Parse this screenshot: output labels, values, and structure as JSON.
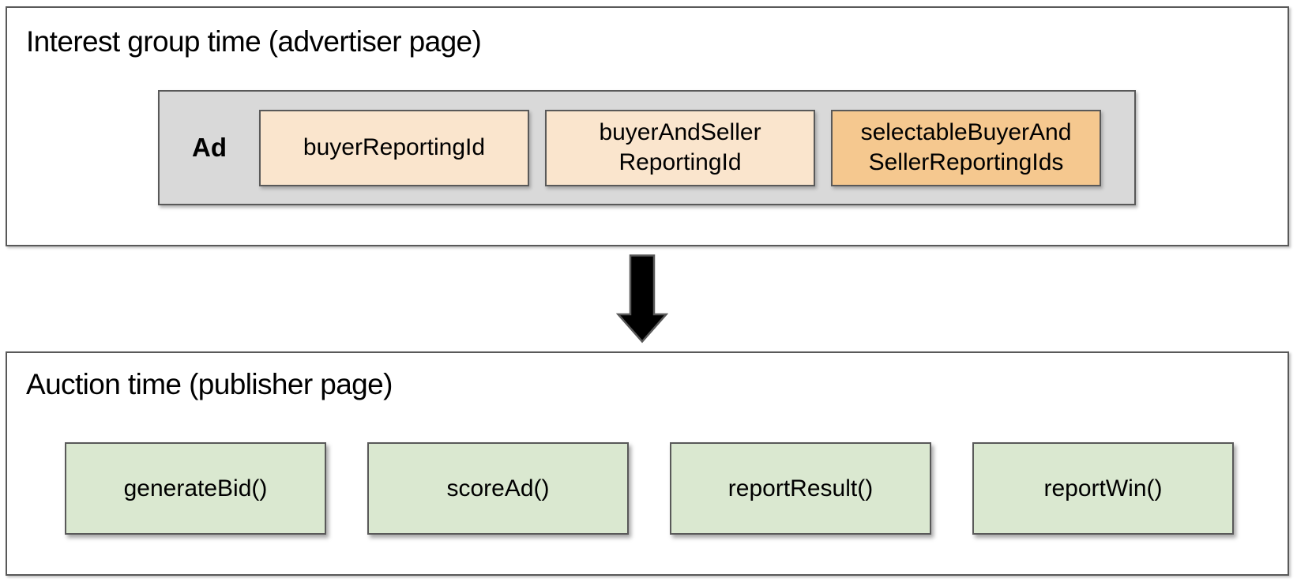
{
  "top_section": {
    "title": "Interest group time (advertiser page)",
    "ad_container": {
      "label": "Ad",
      "boxes": [
        {
          "label": "buyerReportingId",
          "color": "#fae5cd"
        },
        {
          "label": "buyerAndSeller\nReportingId",
          "color": "#fae5cd"
        },
        {
          "label": "selectableBuyerAnd\nSellerReportingIds",
          "color": "#f5c88f"
        }
      ]
    }
  },
  "arrow": {
    "direction": "down",
    "fill": "#000000"
  },
  "bottom_section": {
    "title": "Auction time (publisher page)",
    "boxes": [
      {
        "label": "generateBid()"
      },
      {
        "label": "scoreAd()"
      },
      {
        "label": "reportResult()"
      },
      {
        "label": "reportWin()"
      }
    ]
  },
  "colors": {
    "background": "#ffffff",
    "text": "#000000",
    "border": "#595959",
    "gray_container": "#d9d9d9",
    "peach_light": "#fae5cd",
    "orange": "#f5c88f",
    "green_light": "#dae8d0",
    "arrow_fill": "#000000"
  }
}
